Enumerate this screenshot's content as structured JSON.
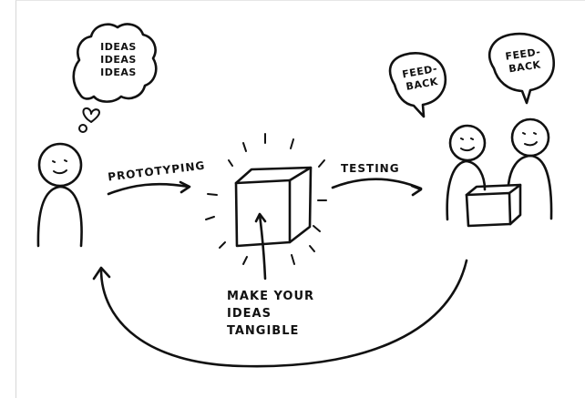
{
  "thought_bubble": {
    "lines": [
      "IDEAS",
      "IDEAS",
      "IDEAS"
    ]
  },
  "labels": {
    "prototyping": "PROTOTYPING",
    "testing": "TESTING",
    "tangible": [
      "MAKE YOUR",
      "IDEAS",
      "TANGIBLE"
    ]
  },
  "feedback_bubbles": [
    {
      "lines": [
        "FEED-",
        "BACK"
      ]
    },
    {
      "lines": [
        "FEED-",
        "BACK"
      ]
    }
  ],
  "icons": {
    "heart": "heart-icon",
    "person": "person-icon",
    "cube": "prototype-cube-icon"
  },
  "colors": {
    "ink": "#111111",
    "background": "#ffffff",
    "frame": "#d7d7d7"
  }
}
